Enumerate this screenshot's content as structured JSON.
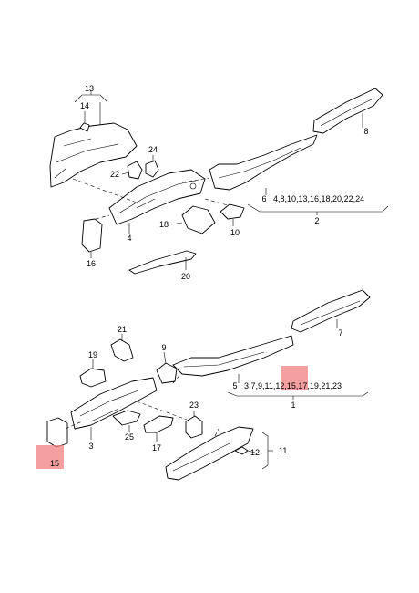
{
  "top_group": {
    "callouts": [
      "13",
      "14",
      "24",
      "22",
      "4",
      "18",
      "10",
      "16",
      "20",
      "6",
      "8"
    ],
    "range_label": "4,8,10,13,16,18,20,22,24",
    "range_total": "2"
  },
  "bottom_group": {
    "callouts": [
      "21",
      "19",
      "9",
      "3",
      "25",
      "17",
      "23",
      "15",
      "7",
      "11",
      "12"
    ],
    "range_start": "5",
    "range_seg_a": "3,7,9,11,",
    "range_seg_hl": "12,15",
    "range_seg_b": ",17,19,21,23",
    "range_total": "1"
  },
  "colors": {
    "highlight": "#f08080",
    "line": "#000000"
  }
}
